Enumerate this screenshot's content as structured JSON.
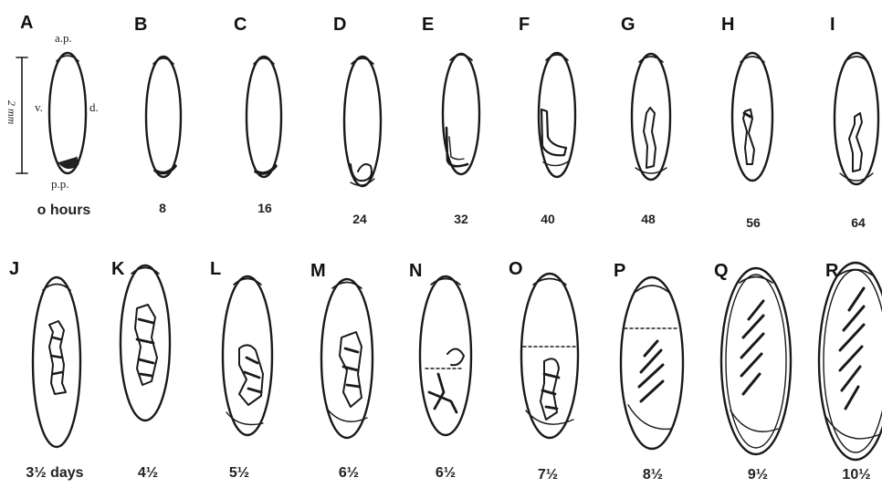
{
  "figure": {
    "panels": [
      {
        "letter": "A",
        "caption": "o hours"
      },
      {
        "letter": "B",
        "caption": "8"
      },
      {
        "letter": "C",
        "caption": "16"
      },
      {
        "letter": "D",
        "caption": "24"
      },
      {
        "letter": "E",
        "caption": "32"
      },
      {
        "letter": "F",
        "caption": "40"
      },
      {
        "letter": "G",
        "caption": "48"
      },
      {
        "letter": "H",
        "caption": "56"
      },
      {
        "letter": "I",
        "caption": "64"
      },
      {
        "letter": "J",
        "caption": "3½ days"
      },
      {
        "letter": "K",
        "caption": "4½"
      },
      {
        "letter": "L",
        "caption": "5½"
      },
      {
        "letter": "M",
        "caption": "6½"
      },
      {
        "letter": "N",
        "caption": "6½"
      },
      {
        "letter": "O",
        "caption": "7½"
      },
      {
        "letter": "P",
        "caption": "8½"
      },
      {
        "letter": "Q",
        "caption": "9½"
      },
      {
        "letter": "R",
        "caption": "10½"
      }
    ],
    "orientation_labels": {
      "anterior_pole": "a.p.",
      "posterior_pole": "p.p.",
      "ventral": "v.",
      "dorsal": "d."
    },
    "scale_bar_label": "2 mm"
  }
}
